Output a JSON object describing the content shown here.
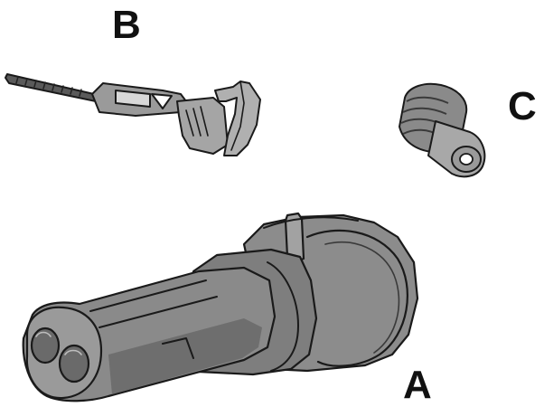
{
  "labels": {
    "a": "A",
    "b": "B",
    "c": "C"
  },
  "colors": {
    "body_fill": "#8c8c8c",
    "body_dark": "#5f5f5f",
    "body_light": "#a9a9a9",
    "outline": "#1a1a1a",
    "terminal_fill": "#9a9a9a",
    "seal_fill": "#8a8a8a",
    "background": "#ffffff"
  },
  "parts": [
    {
      "id": "A",
      "description_icon": "connector-housing-icon"
    },
    {
      "id": "B",
      "description_icon": "crimp-terminal-icon"
    },
    {
      "id": "C",
      "description_icon": "wire-seal-icon"
    }
  ]
}
